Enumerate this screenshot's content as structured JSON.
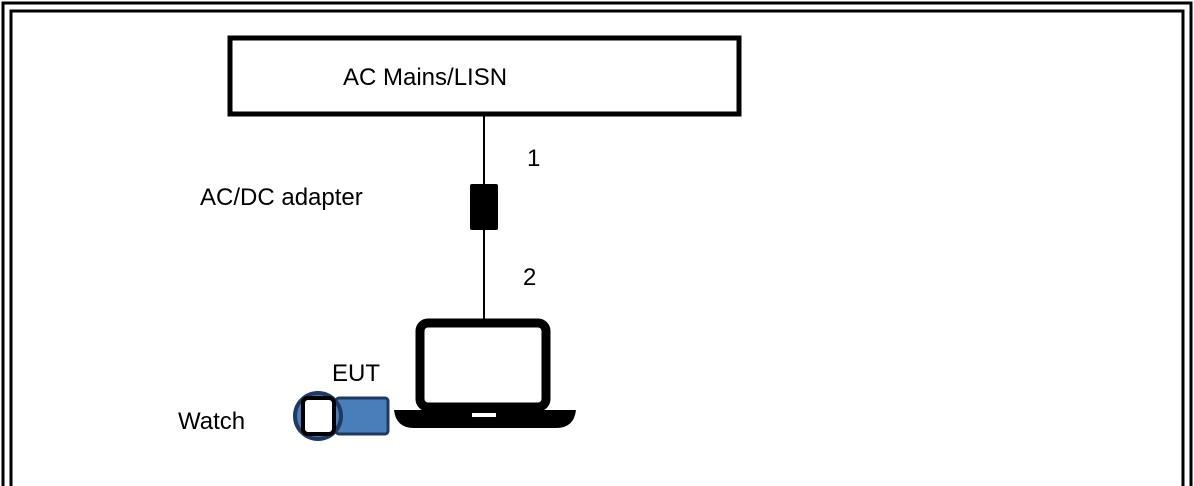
{
  "diagram": {
    "source_box_label": "AC Mains/LISN",
    "adapter_label": "AC/DC adapter",
    "cable_1_label": "1",
    "cable_2_label": "2",
    "eut_label": "EUT",
    "watch_label": "Watch"
  },
  "colors": {
    "line": "#000000",
    "charger_fill": "#4a7ebb",
    "charger_stroke": "#1f3864",
    "background": "#ffffff"
  },
  "icons": [
    "laptop-icon",
    "watch-icon",
    "charger-icon",
    "adapter-icon"
  ]
}
